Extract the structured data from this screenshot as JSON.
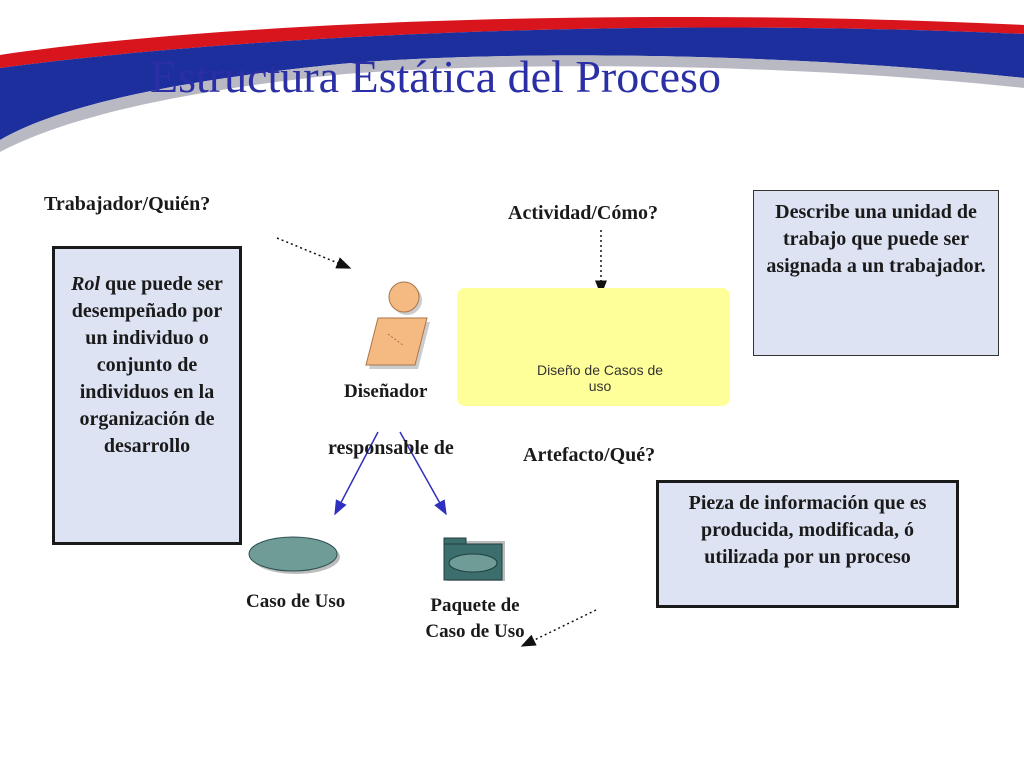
{
  "title": "Estructura Estática del Proceso",
  "labels": {
    "worker": "Trabajador/Quién?",
    "activity": "Actividad/Cómo?",
    "artifact": "Artefacto/Qué?",
    "designer": "Diseñador",
    "responsible": "responsable de",
    "use_case": "Caso de Uso",
    "use_case_package": "Paquete de Caso de Uso"
  },
  "role_box": {
    "emphasis": "Rol",
    "text": " que puede ser desempeñado por un individuo o conjunto de individuos en la organización de desarrollo"
  },
  "activity_description": "Describe una unidad de trabajo que puede ser asignada a un trabajador.",
  "artifact_description": "Pieza de información que es producida, modificada, ó utilizada por un proceso",
  "activity_panel": {
    "name": "Diseño de Casos de uso"
  },
  "colors": {
    "title": "#2b2fa6",
    "banner_blue": "#1c2f9c",
    "banner_red": "#d8141c",
    "box_fill": "#dde3f3",
    "activity_fill": "#ffff99",
    "artifact_fill": "#3d6e6e",
    "worker_head": "#f5b982",
    "arrow_blue": "#3030c0"
  },
  "icons": [
    "worker-icon",
    "activity-icon",
    "use-case-icon",
    "package-icon"
  ]
}
